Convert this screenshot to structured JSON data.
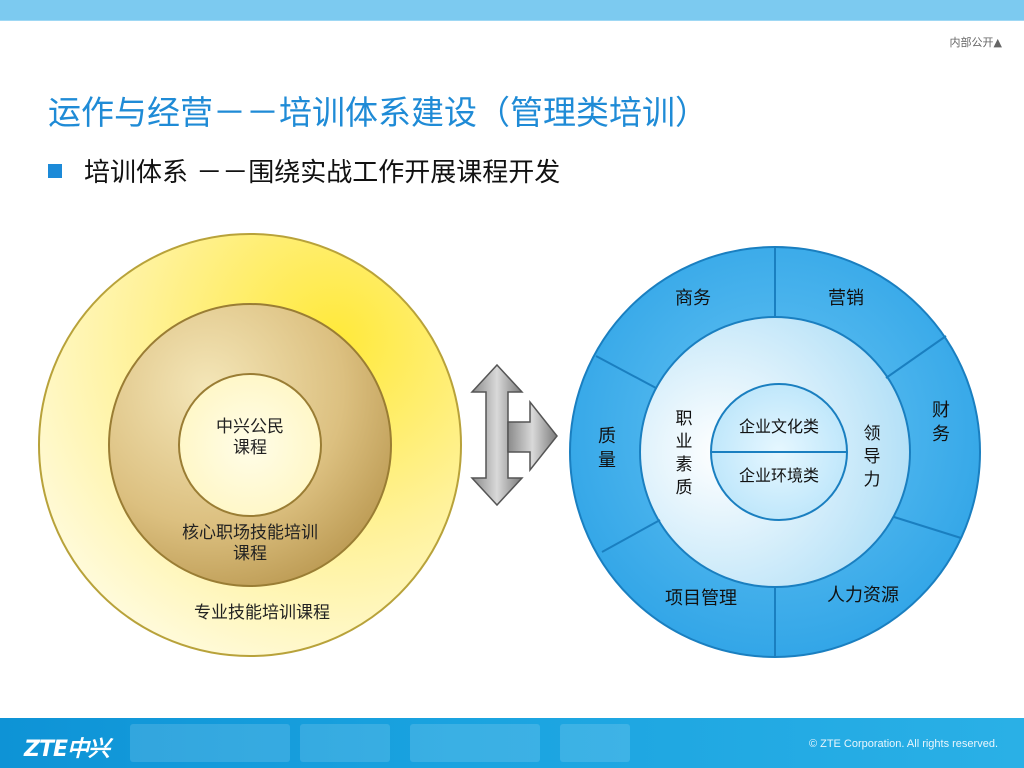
{
  "header": {
    "classification": "内部公开▲",
    "title": "运作与经营－－培训体系建设（管理类培训）",
    "bullet": "培训体系  －－围绕实战工作开展课程开发"
  },
  "left_diagram": {
    "inner": [
      "中兴公民",
      "课程"
    ],
    "middle": [
      "核心职场技能培训",
      "课程"
    ],
    "outer": "专业技能培训课程"
  },
  "right_diagram": {
    "core_top": "企业文化类",
    "core_bottom": "企业环境类",
    "inner_left": [
      "职",
      "业",
      "素",
      "质"
    ],
    "inner_right": [
      "领",
      "导",
      "力"
    ],
    "outer_top_left": "商务",
    "outer_top_right": "营销",
    "outer_right": [
      "财",
      "务"
    ],
    "outer_left": [
      "质",
      "量"
    ],
    "outer_bottom_left": "项目管理",
    "outer_bottom_right": "人力资源"
  },
  "footer": {
    "logo": "ZTE中兴",
    "copyright": "© ZTE Corporation. All rights reserved."
  },
  "colors": {
    "title": "#1f8bd6",
    "accent_blue": "#3aaae8",
    "gold": "#f7e14a"
  }
}
